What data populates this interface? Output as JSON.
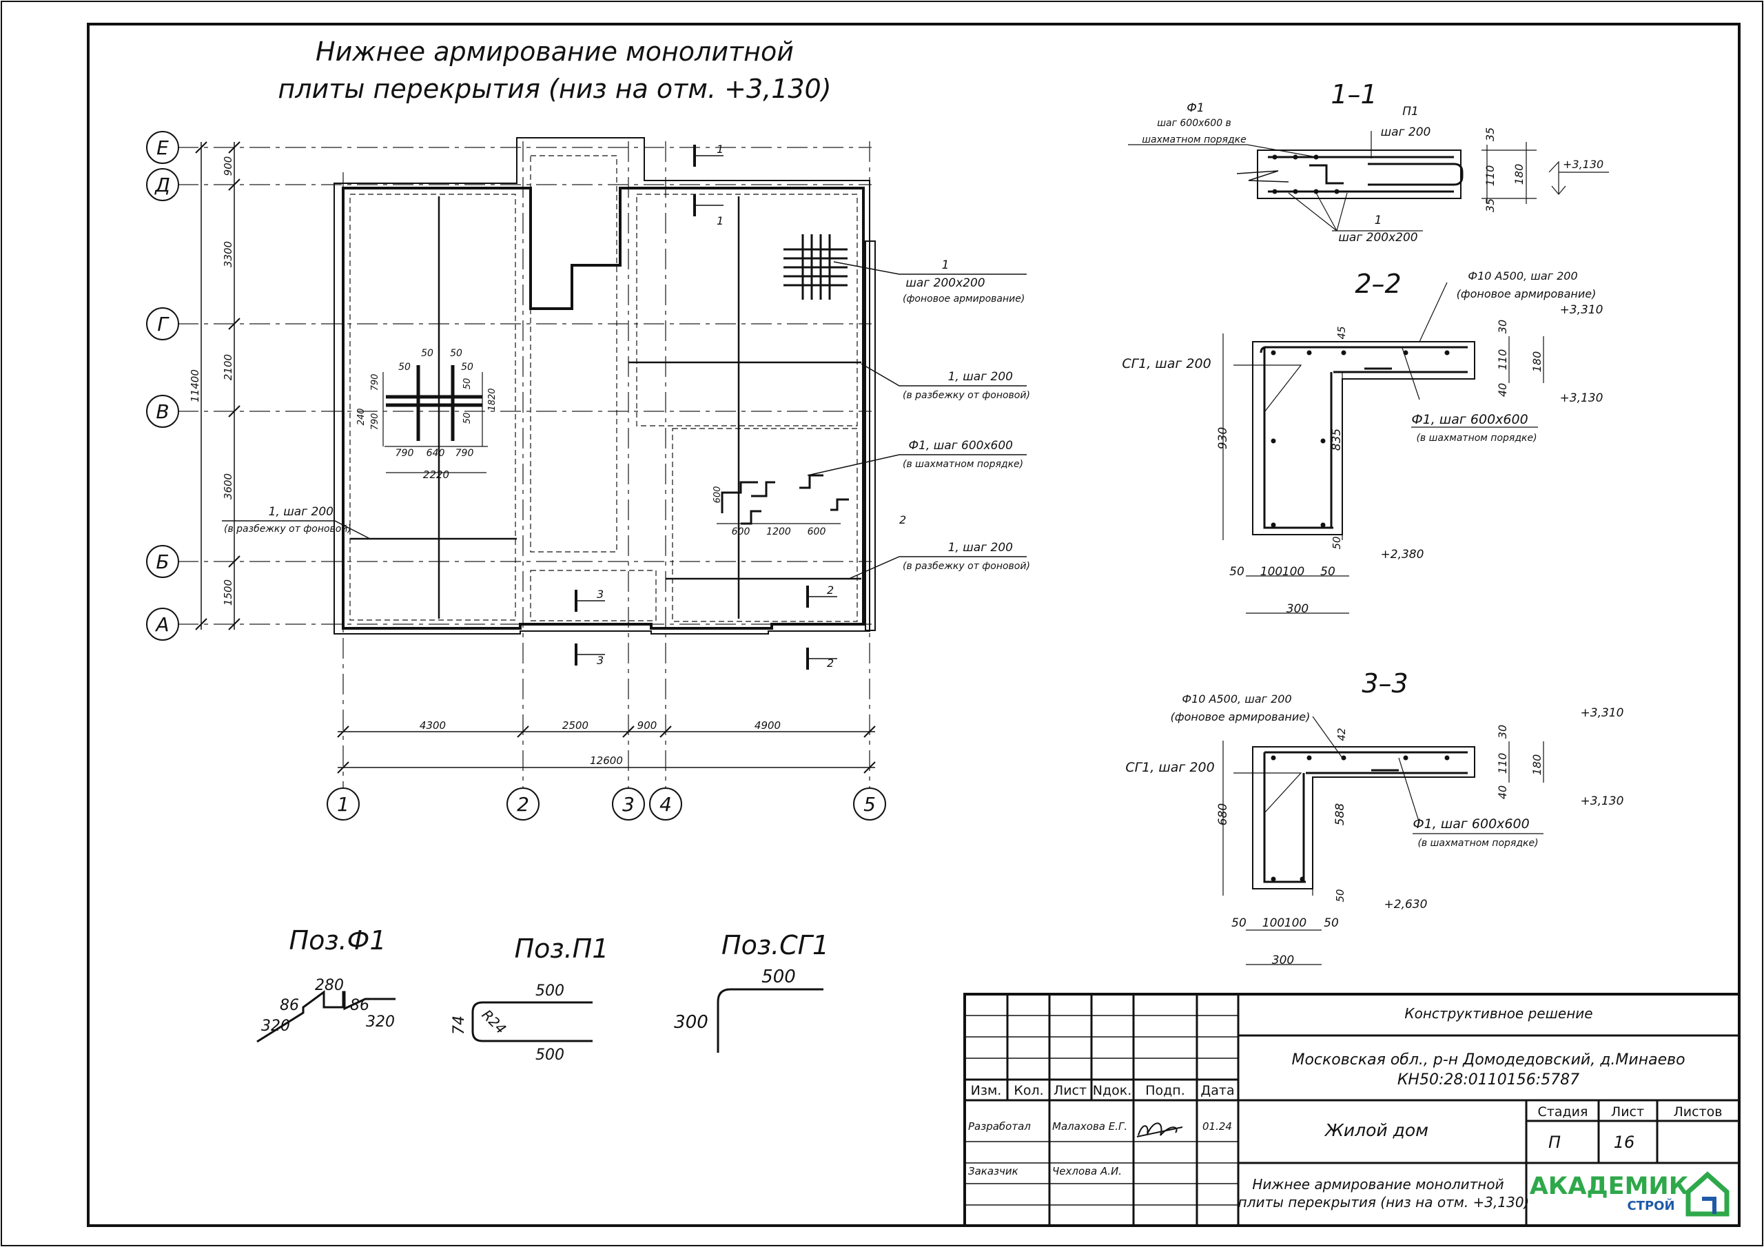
{
  "plan": {
    "title_line1": "Нижнее армирование монолитной",
    "title_line2": "плиты перекрытия (низ на отм. +3,130)",
    "axes_rows": [
      "Е",
      "Д",
      "Г",
      "В",
      "Б",
      "А"
    ],
    "axes_cols": [
      "1",
      "2",
      "3",
      "4",
      "5"
    ],
    "row_dims": [
      "900",
      "3300",
      "2100",
      "3600",
      "1500"
    ],
    "row_total": "11400",
    "col_dims": [
      "4300",
      "2500",
      "900",
      "4900"
    ],
    "col_total": "12600",
    "section_marks": [
      "1",
      "1",
      "2",
      "2",
      "2",
      "3",
      "3"
    ],
    "opening_dims": {
      "top": [
        "50",
        "50",
        "50",
        "50"
      ],
      "left": [
        "790",
        "240",
        "790"
      ],
      "right": [
        "50",
        "50",
        "1820"
      ],
      "bottom": [
        "790",
        "640",
        "790"
      ],
      "total": "2220"
    },
    "stair_dims": [
      "600",
      "600",
      "1200",
      "600"
    ],
    "callouts": [
      {
        "line1": "1",
        "line2": "шаг 200х200",
        "line3": "(фоновое армирование)"
      },
      {
        "line1": "1, шаг 200",
        "line2": "(в разбежку от фоновой)"
      },
      {
        "line1": "Ф1, шаг 600х600",
        "line2": "(в шахматном порядке)"
      },
      {
        "line1": "1, шаг 200",
        "line2": "(в разбежку от фоновой)"
      },
      {
        "line1": "1, шаг 200",
        "line2": "(в разбежку от фоновой)"
      }
    ]
  },
  "section_1_1": {
    "title": "1–1",
    "f1_label": "Ф1",
    "f1_desc1": "шаг 600х600 в",
    "f1_desc2": "шахматном порядке",
    "p1_label": "П1",
    "p1_desc": "шаг 200",
    "bottom_label1": "1",
    "bottom_label2": "шаг 200х200",
    "dims": [
      "35",
      "110",
      "35",
      "180"
    ],
    "elevation": "+3,130"
  },
  "section_2_2": {
    "title": "2–2",
    "top_note1": "Ф10 А500, шаг 200",
    "top_note2": "(фоновое армирование)",
    "sg_label": "СГ1, шаг 200",
    "f1_label": "Ф1, шаг 600х600",
    "f1_desc": "(в шахматном порядке)",
    "elevations": [
      "+3,310",
      "+3,130",
      "+2,380"
    ],
    "dims_right": [
      "30",
      "110",
      "40",
      "180",
      "45"
    ],
    "dims_vert": [
      "930",
      "835",
      "50"
    ],
    "dims_bottom": [
      "50",
      "100",
      "100",
      "50",
      "300"
    ]
  },
  "section_3_3": {
    "title": "3–3",
    "top_note1": "Ф10 А500, шаг 200",
    "top_note2": "(фоновое армирование)",
    "sg_label": "СГ1, шаг 200",
    "f1_label": "Ф1, шаг 600х600",
    "f1_desc": "(в шахматном порядке)",
    "elevations": [
      "+3,310",
      "+3,130",
      "+2,630"
    ],
    "dims_right": [
      "30",
      "110",
      "40",
      "180",
      "42"
    ],
    "dims_vert": [
      "680",
      "588",
      "50"
    ],
    "dims_bottom": [
      "50",
      "100",
      "100",
      "50",
      "300"
    ]
  },
  "details": {
    "f1": {
      "title": "Поз.Ф1",
      "dims": [
        "280",
        "86",
        "86",
        "320",
        "320"
      ]
    },
    "p1": {
      "title": "Поз.П1",
      "top": "500",
      "bottom": "500",
      "height": "74",
      "radius": "R24"
    },
    "sg1": {
      "title": "Поз.СГ1",
      "horizontal": "500",
      "vertical": "300"
    }
  },
  "title_block": {
    "headers": [
      "Изм.",
      "Кол.",
      "Лист",
      "Nдок.",
      "Подп.",
      "Дата"
    ],
    "developed_label": "Разработал",
    "developed_name": "Малахова Е.Г.",
    "developed_date": "01.24",
    "customer_label": "Заказчик",
    "customer_name": "Чехлова А.И.",
    "doc_type": "Конструктивное решение",
    "address_line1": "Московская обл., р-н Домодедовский, д.Минаево",
    "address_line2": "КН50:28:0110156:5787",
    "object": "Жилой дом",
    "stage_label": "Стадия",
    "sheet_label": "Лист",
    "sheets_label": "Листов",
    "stage_value": "П",
    "sheet_value": "16",
    "drawing_line1": "Нижнее армирование монолитной",
    "drawing_line2": "плиты перекрытия (низ на отм. +3,130)",
    "logo_main": "АКАДЕМИК",
    "logo_sub": "СТРОЙ",
    "colors": {
      "logo_green": "#2ea84a",
      "logo_blue": "#1e5aa8"
    }
  }
}
